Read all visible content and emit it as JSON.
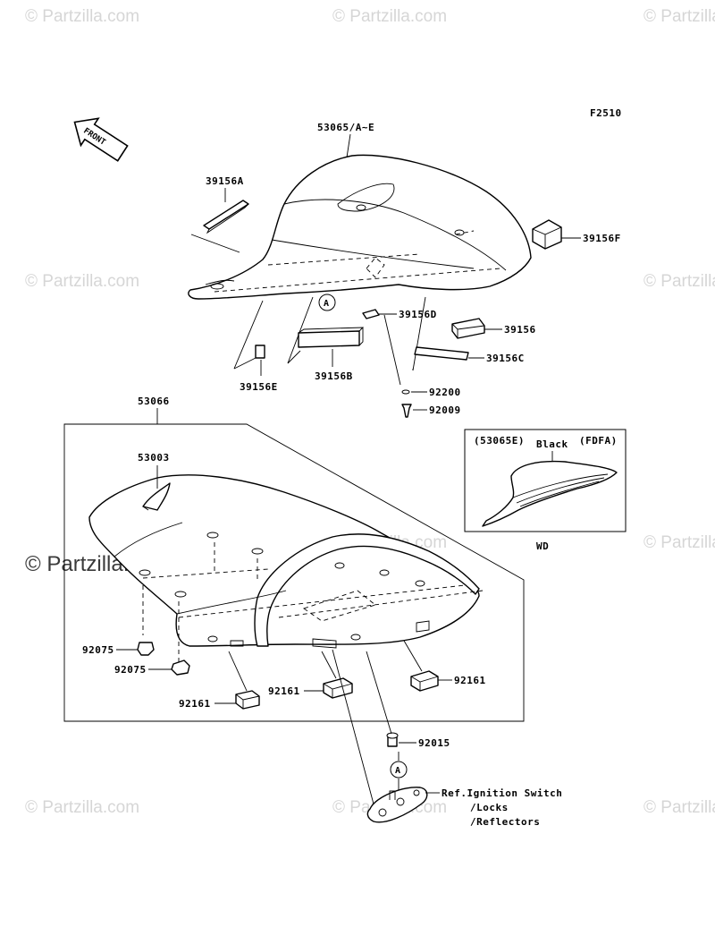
{
  "figure_code": "F2510",
  "front_arrow_label": "FRONT",
  "watermark_text": "© Partzilla.com",
  "callout_a": "A",
  "parts": {
    "p53065": "53065/A~E",
    "p39156A": "39156A",
    "p39156F": "39156F",
    "p39156D": "39156D",
    "p39156": "39156",
    "p39156C": "39156C",
    "p39156B": "39156B",
    "p39156E": "39156E",
    "p92200": "92200",
    "p92009": "92009",
    "p53066": "53066",
    "p53003": "53003",
    "p92075a": "92075",
    "p92075b": "92075",
    "p92161a": "92161",
    "p92161b": "92161",
    "p92161c": "92161",
    "p92015": "92015"
  },
  "inset": {
    "variant": "(53065E)",
    "color": "Black",
    "code": "(FDFA)",
    "region": "WD"
  },
  "reference_note": {
    "line1": "Ref.Ignition Switch",
    "line2": "/Locks",
    "line3": "/Reflectors"
  },
  "colors": {
    "line": "#000000",
    "watermark": "#d6d6d6",
    "background": "#ffffff"
  }
}
